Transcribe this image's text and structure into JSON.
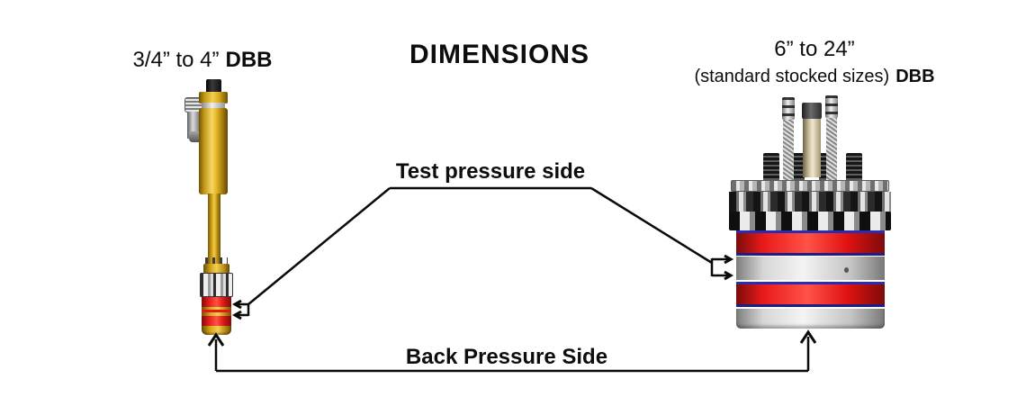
{
  "title": "DIMENSIONS",
  "labels": {
    "left_size": "3/4” to 4”",
    "left_dbb": "DBB",
    "right_size": "6” to 24”",
    "right_sub": "(standard stocked sizes)",
    "right_dbb": "DBB",
    "test_side": "Test pressure side",
    "back_side": "Back Pressure Side"
  },
  "icons": {
    "arrow_up": "↑",
    "arrow_left": "←",
    "arrow_right": "→"
  },
  "colors": {
    "background": "#ffffff",
    "text": "#0d0d0d",
    "line": "#0a0a0a",
    "tool_gold": "#d9a91c",
    "band_red": "#e61c1c",
    "band_navy_edge": "#2b2db1",
    "band_silver": "#d6d6d6",
    "tube_tan": "#cfc2a2"
  }
}
